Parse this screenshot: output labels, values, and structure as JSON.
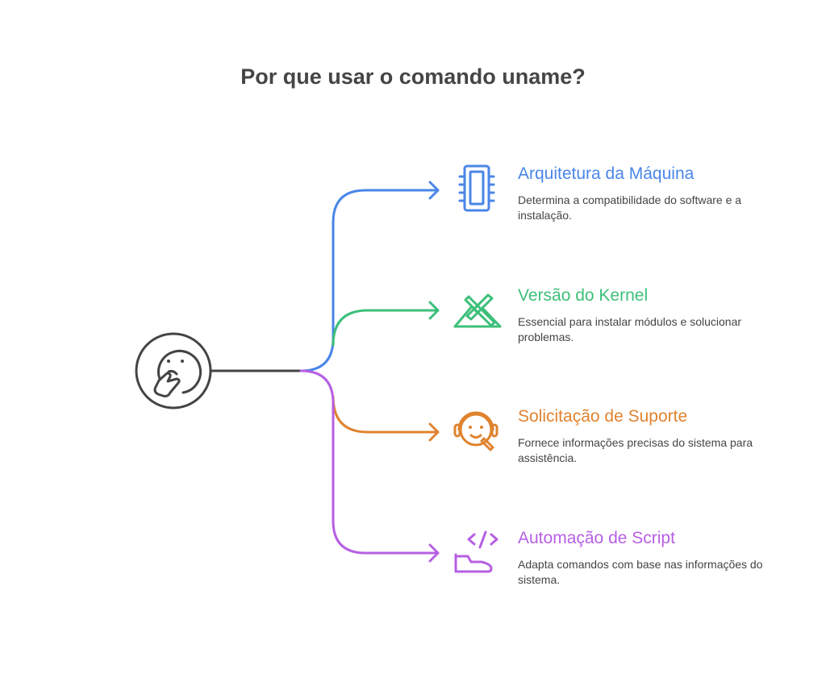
{
  "title": "Por que usar o comando uname?",
  "center_icon": "thinking-face-icon",
  "items": [
    {
      "title": "Arquitetura da Máquina",
      "description": "Determina a compatibilidade do software e a instalação.",
      "color": "#4a86e8",
      "icon": "microchip-icon"
    },
    {
      "title": "Versão do Kernel",
      "description": "Essencial para instalar módulos e solucionar problemas.",
      "color": "#3dbf7a",
      "icon": "tools-mountain-icon"
    },
    {
      "title": "Solicitação de Suporte",
      "description": "Fornece informações precisas do sistema para assistência.",
      "color": "#e0832f",
      "icon": "headset-support-icon"
    },
    {
      "title": "Automação de Script",
      "description": "Adapta comandos com base nas informações do sistema.",
      "color": "#b75fe3",
      "icon": "code-hand-icon"
    }
  ]
}
